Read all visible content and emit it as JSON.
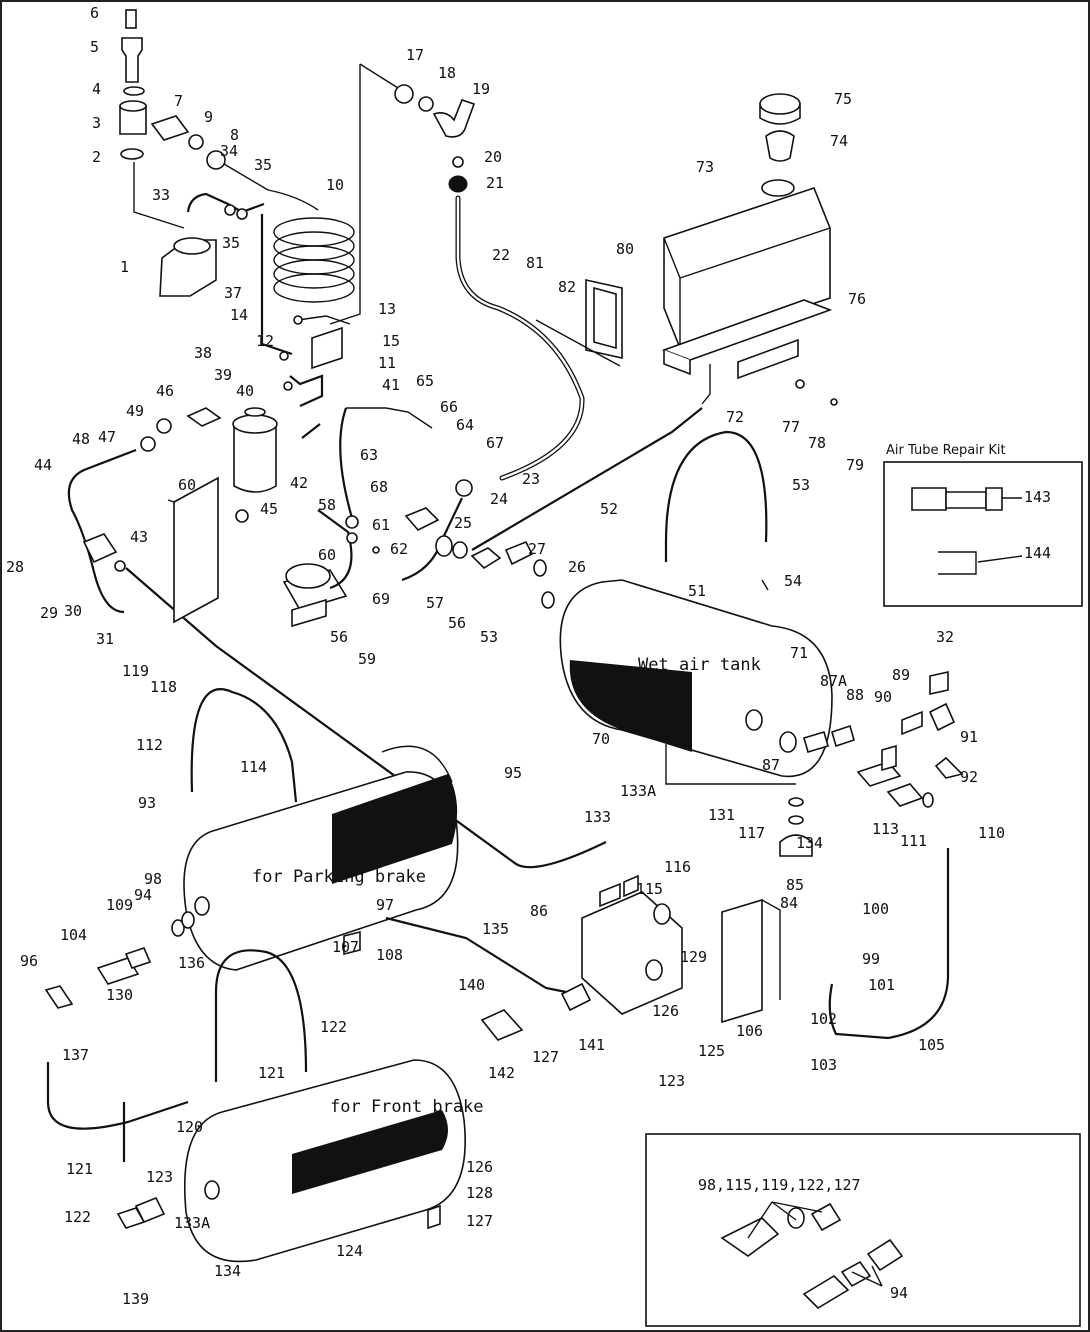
{
  "tank_labels": {
    "wet": "Wet air tank",
    "parking": "for Parking brake",
    "front": "for Front brake"
  },
  "repair_kit": {
    "title": "Air Tube Repair Kit",
    "parts": [
      "143",
      "144"
    ]
  },
  "common_parts_box": {
    "title": "98,115,119,122,127",
    "part": "94"
  },
  "callouts": [
    "6",
    "5",
    "4",
    "3",
    "2",
    "1",
    "7",
    "9",
    "8",
    "34",
    "35",
    "33",
    "35",
    "10",
    "37",
    "14",
    "12",
    "13",
    "15",
    "11",
    "17",
    "18",
    "19",
    "20",
    "21",
    "22",
    "81",
    "82",
    "80",
    "73",
    "75",
    "74",
    "76",
    "72",
    "77",
    "78",
    "79",
    "38",
    "39",
    "40",
    "41",
    "65",
    "66",
    "64",
    "67",
    "63",
    "23",
    "24",
    "25",
    "46",
    "49",
    "47",
    "48",
    "42",
    "44",
    "60",
    "43",
    "45",
    "58",
    "68",
    "61",
    "60",
    "62",
    "69",
    "56",
    "59",
    "57",
    "56",
    "53",
    "27",
    "26",
    "28",
    "29",
    "30",
    "31",
    "119",
    "118",
    "52",
    "53",
    "51",
    "54",
    "70",
    "71",
    "87",
    "87A",
    "88",
    "32",
    "89",
    "90",
    "91",
    "92",
    "113",
    "111",
    "110",
    "112",
    "114",
    "93",
    "94",
    "95",
    "133",
    "133A",
    "134",
    "131",
    "117",
    "116",
    "115",
    "86",
    "85",
    "84",
    "100",
    "99",
    "101",
    "102",
    "103",
    "106",
    "105",
    "98",
    "97",
    "107",
    "108",
    "109",
    "104",
    "96",
    "130",
    "136",
    "137",
    "135",
    "140",
    "142",
    "127",
    "141",
    "129",
    "126",
    "125",
    "123",
    "122",
    "121",
    "120",
    "121",
    "122",
    "123",
    "139",
    "133A",
    "134",
    "124",
    "126",
    "128",
    "127",
    "129",
    "130",
    "131",
    "136",
    "137",
    "135"
  ]
}
